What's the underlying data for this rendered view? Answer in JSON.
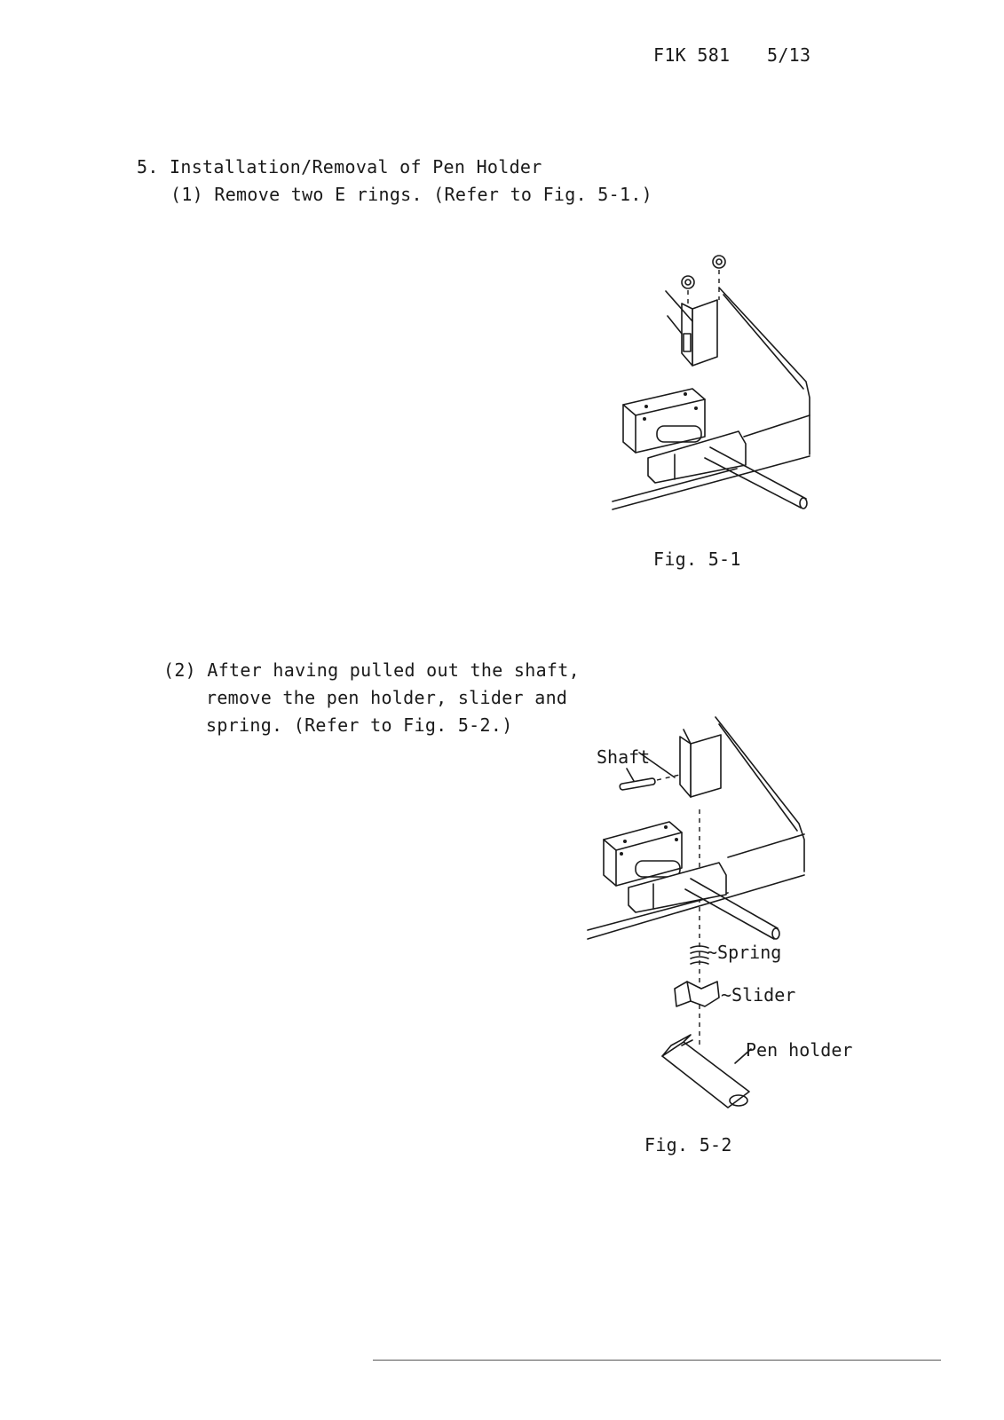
{
  "header": {
    "doc_code": "F1K 581",
    "page": "5/13"
  },
  "section": {
    "title": "5. Installation/Removal of Pen Holder"
  },
  "steps": [
    {
      "text": "(1) Remove two E rings. (Refer to Fig. 5-1.)"
    },
    {
      "line1": "(2) After having pulled out the shaft,",
      "line2": "remove the pen holder, slider and",
      "line3": "spring. (Refer to Fig. 5-2.)"
    }
  ],
  "figures": [
    {
      "caption": "Fig. 5-1"
    },
    {
      "caption": "Fig. 5-2",
      "labels": {
        "shaft": "Shaft",
        "spring": "~Spring",
        "slider": "~Slider",
        "pen_holder": "Pen holder"
      }
    }
  ]
}
